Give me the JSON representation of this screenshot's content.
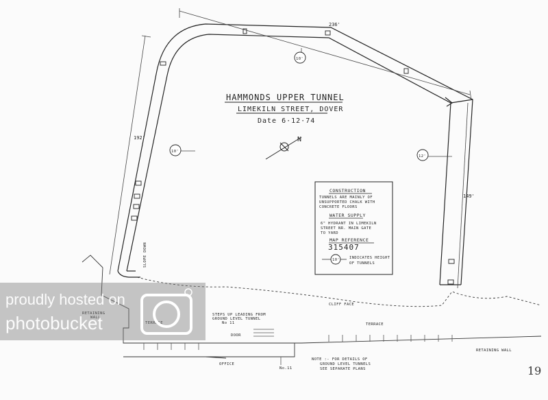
{
  "title": "HAMMONDS UPPER TUNNEL",
  "subtitle": "LIMEKILN STREET, DOVER",
  "date": "Date 6·12·74",
  "compass": {
    "letter": "N"
  },
  "dimensions": {
    "top": "236'",
    "left": "192'",
    "right": "149'"
  },
  "heights": {
    "top": "10'",
    "left": "10'",
    "right": "12'"
  },
  "legend": {
    "construction_heading": "CONSTRUCTION",
    "construction_lines": [
      "TUNNELS ARE MAINLY OF",
      "UNSUPPORTED CHALK WITH",
      "CONCRETE FLOORS"
    ],
    "water_heading": "WATER SUPPLY",
    "water_lines": [
      "6\" HYDRANT IN LIMEKILN",
      "STREET NR. MAIN GATE",
      "TO YARD"
    ],
    "mapref_heading": "MAP REFERENCE",
    "mapref_value": "315407",
    "symbol_value": "10'",
    "symbol_lines": [
      "INDICATES HEIGHT",
      "OF TUNNELS"
    ]
  },
  "labels": {
    "retaining_wall_left": [
      "RETAINING",
      "WALL"
    ],
    "retaining_wall_right": "RETAINING WALL",
    "terrace_left": "TERRACE",
    "terrace_right": "TERRACE",
    "cliff_face": "CLIFF FACE",
    "steps": [
      "STEPS UP LEADING FROM",
      "GROUND LEVEL TUNNEL",
      "No 11"
    ],
    "door": "DOOR",
    "office": "OFFICE",
    "no11": "No.11",
    "slope_down": "SLOPE DOWN",
    "note": [
      "NOTE :- FOR DETAILS OF",
      "GROUND LEVEL TUNNELS",
      "SEE SEPARATE PLANS"
    ]
  },
  "page_number": "19",
  "watermark": {
    "line1": "proudly hosted on",
    "line2": "photobucket"
  }
}
